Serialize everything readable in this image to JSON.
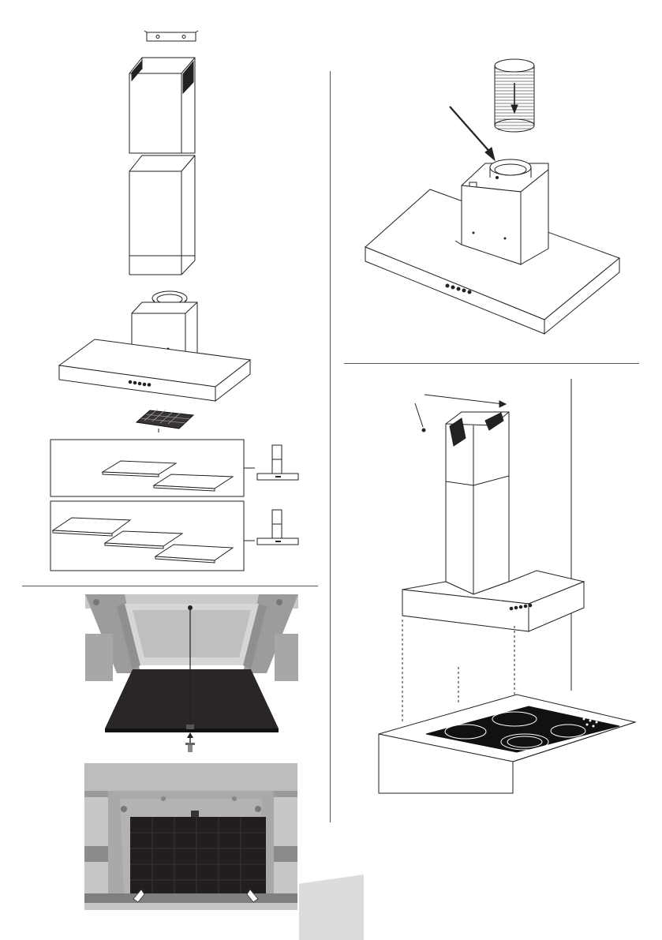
{
  "document": {
    "type": "Cooker hood installation diagram sheet",
    "sections": [
      {
        "id": "exploded-view",
        "description_hidden": true
      },
      {
        "id": "duct-connection"
      },
      {
        "id": "filter-photos"
      },
      {
        "id": "installed-view"
      }
    ],
    "control_buttons_count": 5,
    "filter_panel_options": [
      {
        "panels": 2
      },
      {
        "panels": 3
      }
    ],
    "colors": {
      "line": "#222222",
      "filter_dark": "#2a2626",
      "photo_steel": "#b9b9b9",
      "glass_black": "#111111",
      "tab_gray": "#dcdcdc"
    }
  }
}
